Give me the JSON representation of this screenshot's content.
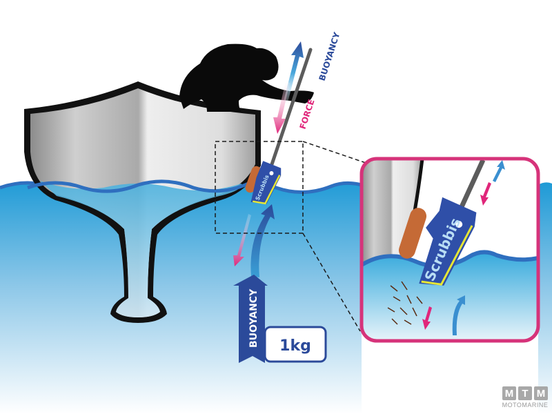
{
  "labels": {
    "buoyancy_upper": "BUOYANCY",
    "force": "FORCE",
    "buoyancy_lower": "BUOYANCY",
    "weight": "1kg",
    "brand_main": "Scrubbis",
    "brand_zoom": "Scrubbis"
  },
  "watermark": {
    "letters": [
      "M",
      "T",
      "M"
    ],
    "subtitle": "MOTOMARINE"
  },
  "colors": {
    "water_top": "#2fa3d8",
    "water_bottom": "#ffffff",
    "wave_line": "#2f6fbf",
    "buoyancy_blue": "#2b4a9a",
    "force_pink": "#e0267a",
    "zoom_frame": "#d6337a",
    "hull_gray": "#d8d8d8",
    "tool_blue": "#2f4fa8",
    "tool_stripe": "#e6e635",
    "fender": "#c56a36"
  }
}
